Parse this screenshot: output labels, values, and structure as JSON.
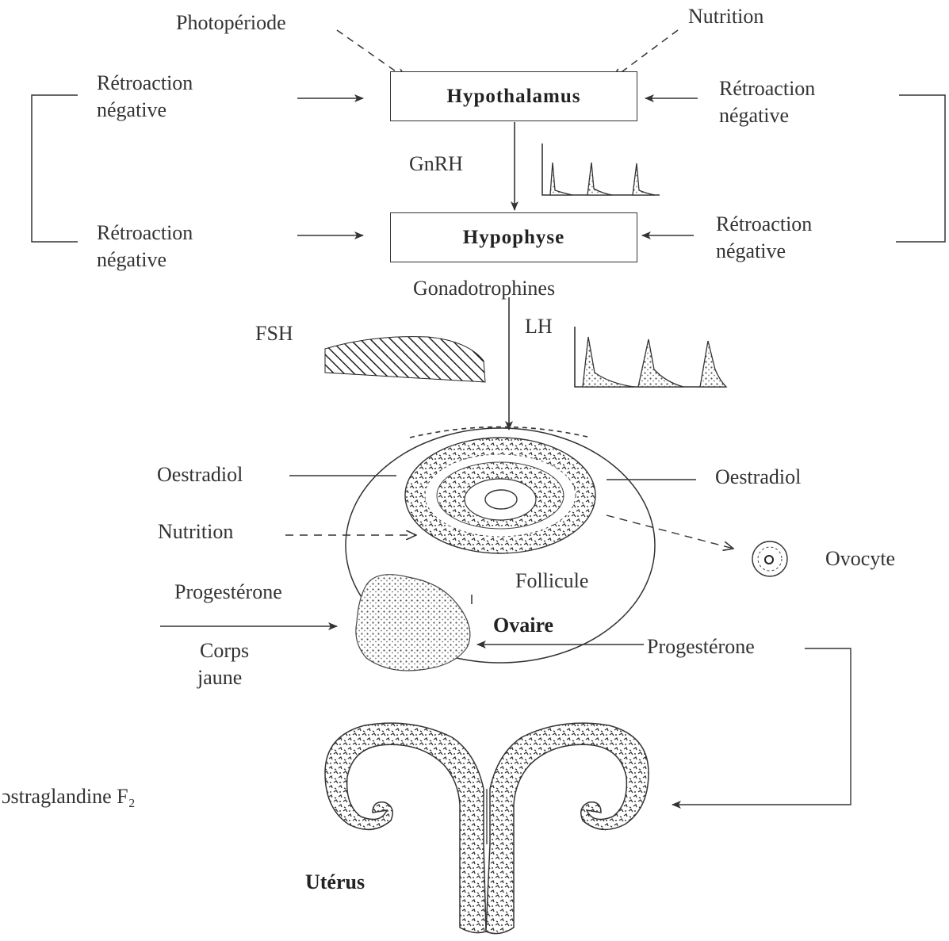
{
  "signals": {
    "photoperiod": "Photopériode",
    "nutrition_top": "Nutrition"
  },
  "boxes": {
    "hypothalamus": "Hypothalamus",
    "hypophyse": "Hypophyse"
  },
  "feedback": {
    "left_top": [
      "Rétroaction",
      "négative"
    ],
    "right_top": [
      "Rétroaction",
      "négative"
    ],
    "left_bottom": [
      "Rétroaction",
      "négative"
    ],
    "right_bottom": [
      "Rétroaction",
      "négative"
    ]
  },
  "hormones": {
    "gnrh": "GnRH",
    "gonadotrophins": "Gonadotrophines",
    "fsh": "FSH",
    "lh": "LH",
    "oestradiol_left": "Oestradiol",
    "oestradiol_right": "Oestradiol",
    "nutrition_ovary": "Nutrition",
    "progesterone_left": "Progestérone",
    "progesterone_right": "Progestérone",
    "prostaglandin": "ɔstraglandine F₂"
  },
  "structures": {
    "follicle": "Follicule",
    "ovary": "Ovaire",
    "oocyte": "Ovocyte",
    "corpus_luteum": [
      "Corps",
      "jaune"
    ],
    "uterus": "Utérus"
  },
  "colors": {
    "ink": "#333333",
    "stipple": "#6b6b6b",
    "background": "#ffffff"
  }
}
